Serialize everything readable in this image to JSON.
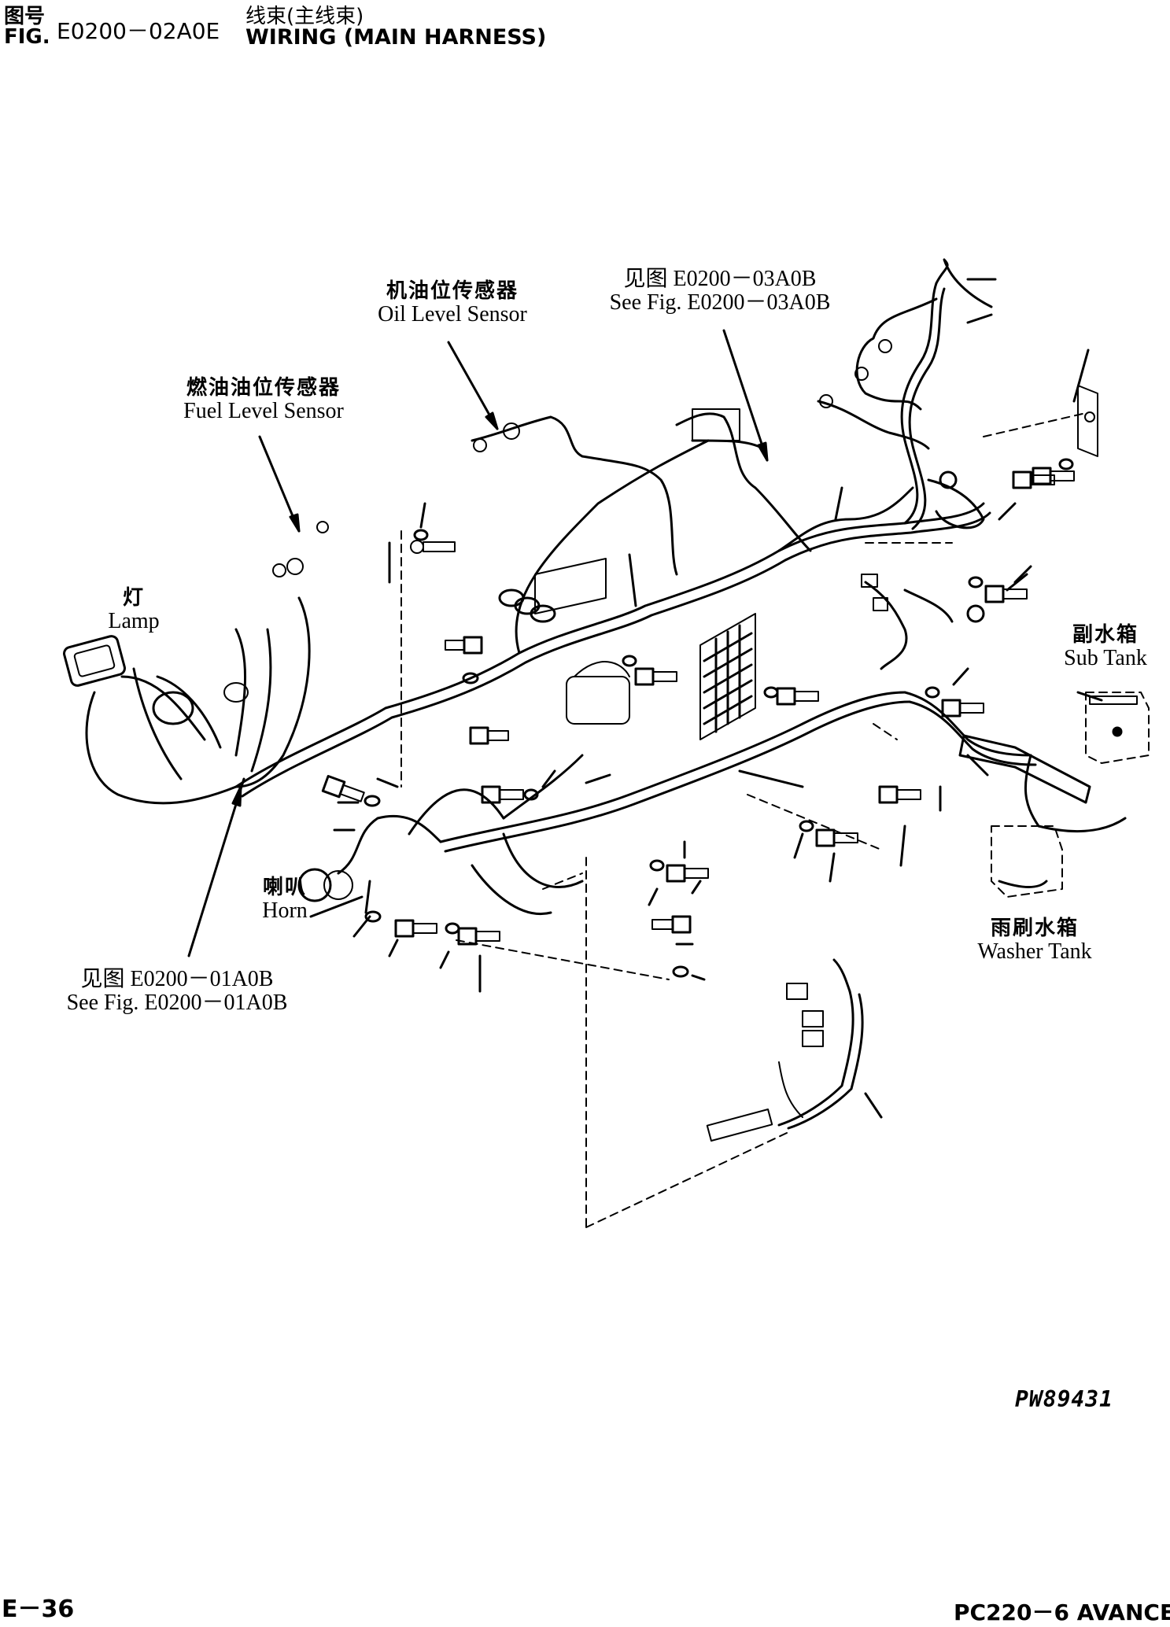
{
  "header": {
    "fig_label_zh": "图号",
    "fig_label_en": "FIG.",
    "fig_number": "E0200－02A0E",
    "title_zh": "线束(主线束)",
    "title_en": "WIRING (MAIN HARNESS)"
  },
  "callouts": {
    "oil_level_sensor": {
      "zh": "机油位传感器",
      "en": "Oil Level Sensor"
    },
    "see_fig_03": {
      "zh": "见图 E0200－03A0B",
      "en": "See Fig. E0200－03A0B"
    },
    "fuel_level_sensor": {
      "zh": "燃油油位传感器",
      "en": "Fuel Level Sensor"
    },
    "lamp": {
      "zh": "灯",
      "en": "Lamp"
    },
    "sub_tank": {
      "zh": "副水箱",
      "en": "Sub Tank"
    },
    "horn": {
      "zh": "喇叭",
      "en": "Horn"
    },
    "washer_tank": {
      "zh": "雨刷水箱",
      "en": "Washer Tank"
    },
    "see_fig_01": {
      "zh": "见图 E0200－01A0B",
      "en": "See Fig. E0200－01A0B"
    }
  },
  "drawing_code": "PW89431",
  "footer": {
    "page": "E－36",
    "model": "PC220－6 AVANCE"
  }
}
